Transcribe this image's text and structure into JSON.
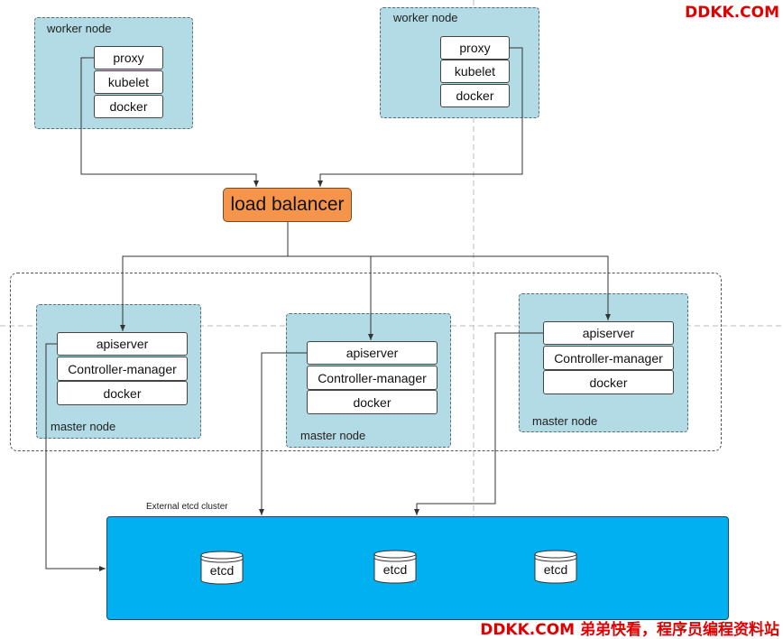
{
  "watermark": {
    "top": "DDKK.COM",
    "bottom": "DDKK.COM 弟弟快看，程序员编程资料站"
  },
  "worker_nodes": [
    {
      "label": "worker node",
      "components": [
        "proxy",
        "kubelet",
        "docker"
      ]
    },
    {
      "label": "worker node",
      "components": [
        "proxy",
        "kubelet",
        "docker"
      ]
    }
  ],
  "load_balancer": {
    "label": "load balancer",
    "color": "#f5954c"
  },
  "master_nodes": [
    {
      "label": "master node",
      "components": [
        "apiserver",
        "Controller-manager",
        "docker"
      ]
    },
    {
      "label": "master node",
      "components": [
        "apiserver",
        "Controller-manager",
        "docker"
      ]
    },
    {
      "label": "master node",
      "components": [
        "apiserver",
        "Controller-manager",
        "docker"
      ]
    }
  ],
  "etcd_cluster": {
    "label": "External etcd cluster",
    "color": "#00b0f0",
    "members": [
      "etcd",
      "etcd",
      "etcd"
    ]
  },
  "colors": {
    "node_fill": "#b2dbe5",
    "component_fill": "#ffffff",
    "connector": "#333333"
  }
}
